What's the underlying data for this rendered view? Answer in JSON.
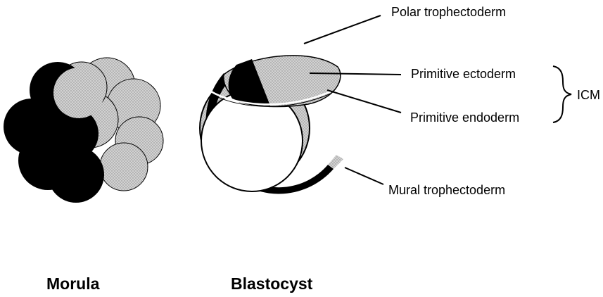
{
  "figure": {
    "labels": {
      "polar_trophectoderm": "Polar trophectoderm",
      "primitive_ectoderm": "Primitive ectoderm",
      "primitive_endoderm": "Primitive endoderm",
      "icm": "ICM",
      "mural_trophectoderm": "Mural trophectoderm"
    },
    "captions": {
      "morula": "Morula",
      "blastocyst": "Blastocyst"
    }
  },
  "colors": {
    "dark": "#000000",
    "light_stipple": "#d2d2d2",
    "stipple_dot": "#8a8a8a",
    "background": "#ffffff"
  }
}
